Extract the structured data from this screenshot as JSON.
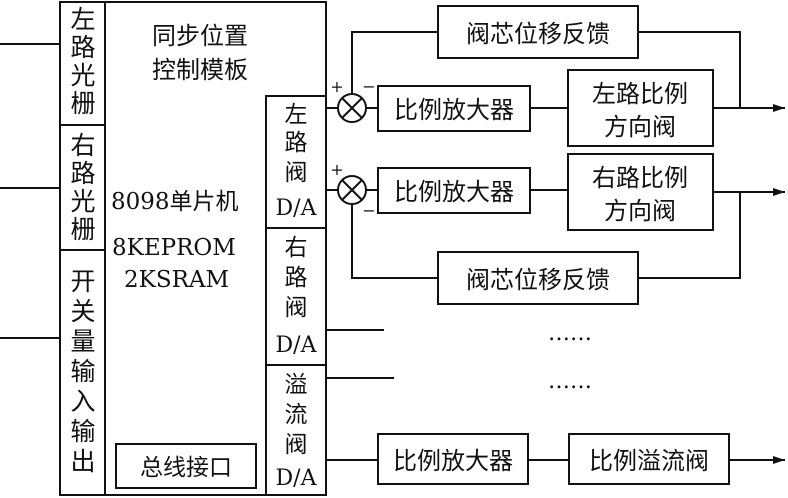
{
  "sync_module": {
    "line1": "同步位置",
    "line2": "控制模板"
  },
  "mcu": {
    "line1": "8098单片机",
    "line2": "8KEPROM",
    "line3": "2KSRAM"
  },
  "bus_interface": "总线接口",
  "left_column": {
    "left_grating": [
      "左",
      "路",
      "光",
      "栅"
    ],
    "right_grating": [
      "右",
      "路",
      "光",
      "栅"
    ],
    "switch_io": [
      "开",
      "关",
      "量",
      "输",
      "入",
      "输",
      "出"
    ]
  },
  "dac": {
    "left": [
      "左",
      "路",
      "阀",
      "D/A"
    ],
    "right": [
      "右",
      "路",
      "阀",
      "D/A"
    ],
    "overflow": [
      "溢",
      "流",
      "阀",
      "D/A"
    ]
  },
  "blocks": {
    "feedback_top": "阀芯位移反馈",
    "feedback_bottom": "阀芯位移反馈",
    "amp1": "比例放大器",
    "amp2": "比例放大器",
    "amp3": "比例放大器",
    "left_valve": {
      "line1": "左路比例",
      "line2": "方向阀"
    },
    "right_valve": {
      "line1": "右路比例",
      "line2": "方向阀"
    },
    "overflow_valve": "比例溢流阀"
  },
  "signs": {
    "plus": "+",
    "minus": "−"
  },
  "ellipsis": "……"
}
